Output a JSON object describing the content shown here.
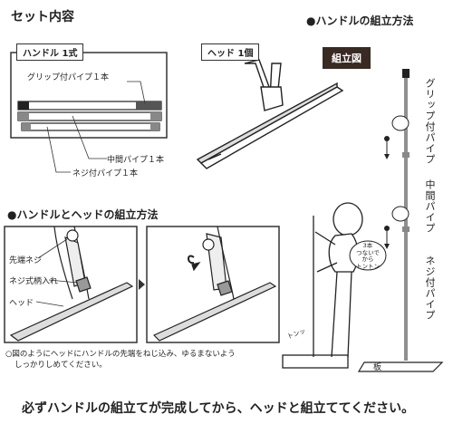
{
  "header": {
    "title": "セット内容"
  },
  "contents": {
    "handle_box_label": "ハンドル 1式",
    "head_box_label": "ヘッド 1個",
    "grip_pipe": "グリップ付パイプ１本",
    "middle_pipe": "中間パイプ１本",
    "screw_pipe": "ネジ付パイプ１本"
  },
  "handle_assembly": {
    "title": "●ハンドルの組立方法",
    "diagram_label": "組立図",
    "grip_pipe_vertical": "グリップ付パイプ",
    "middle_pipe_vertical": "中間パイプ",
    "screw_pipe_vertical": "ネジ付パイプ",
    "callout": [
      "3本",
      "つないで",
      "から",
      "トントン"
    ],
    "board": "板"
  },
  "head_assembly": {
    "title": "●ハンドルとヘッドの組立方法",
    "tip_screw": "先端ネジ",
    "screw_socket": "ネジ式柄入れ",
    "head": "ヘッド",
    "note_line1": "○図のようにヘッドにハンドルの先端をねじ込み、ゆるまないよう",
    "note_line2": "しっかりしめてください。"
  },
  "footer": {
    "warning": "必ずハンドルの組立てが完成してから、ヘッドと組立ててください。"
  }
}
